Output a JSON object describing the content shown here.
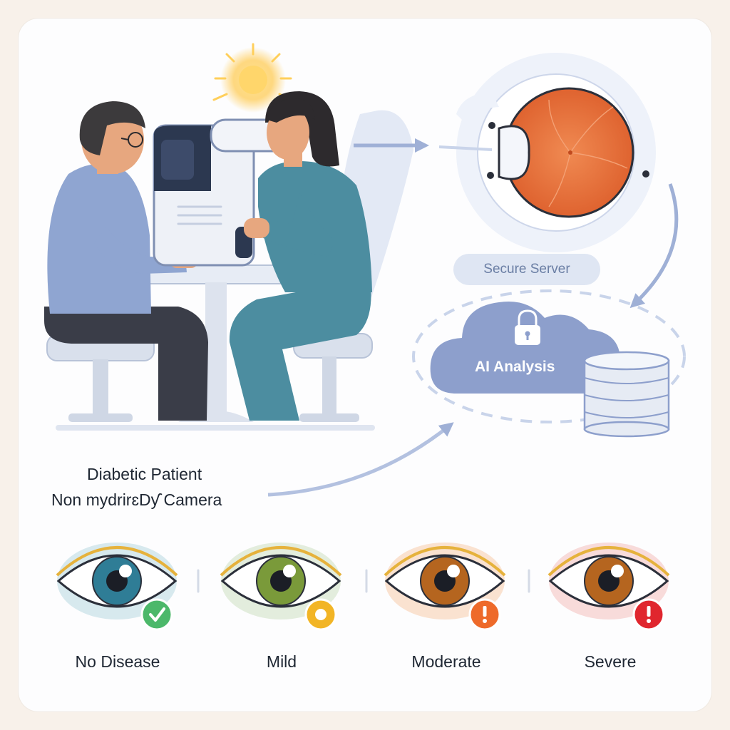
{
  "labels": {
    "patient": "Diabetic Patient",
    "camera": "Non mydrirɛDƴ Camera",
    "server": "Secure Server",
    "analysis": "AI Analysis"
  },
  "grades": [
    {
      "label": "No Disease",
      "status": "check",
      "status_color": "#4cb86a",
      "iris_color": "#2f7d96",
      "tint_color": "#8fc2d0"
    },
    {
      "label": "Mild",
      "status": "circle",
      "status_color": "#f2b526",
      "iris_color": "#7a9a3a",
      "tint_color": "#b3cfa0"
    },
    {
      "label": "Moderate",
      "status": "exclamation",
      "status_color": "#ee6a2a",
      "iris_color": "#b5651f",
      "tint_color": "#f3b07a"
    },
    {
      "label": "Severe",
      "status": "exclamation",
      "status_color": "#e0262e",
      "iris_color": "#b5651f",
      "tint_color": "#ee9a98"
    }
  ],
  "icons": {
    "light": "flash-light-icon",
    "lock": "lock-icon",
    "database": "database-icon",
    "retina": "retina-image-icon"
  },
  "colors": {
    "accent_blue": "#7f95c4",
    "retina": "#ea7440",
    "cloud": "#8d9fcc"
  }
}
